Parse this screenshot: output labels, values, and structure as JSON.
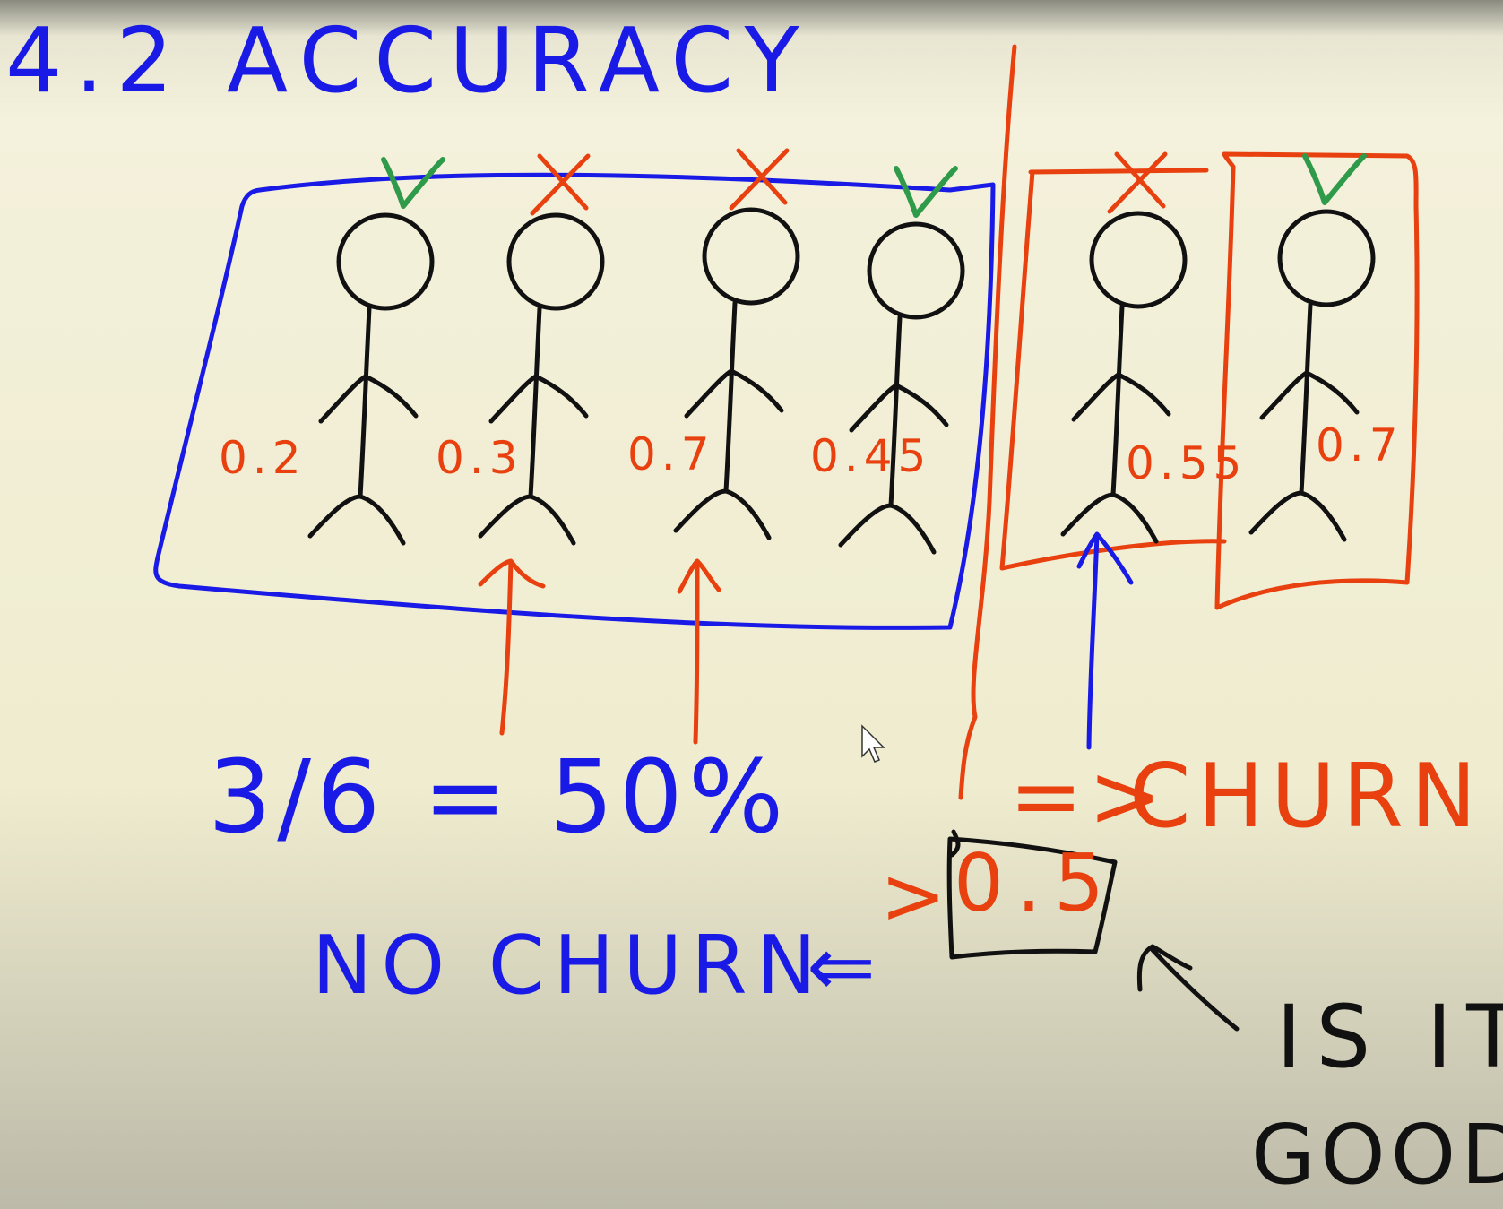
{
  "title": "4.2 ACCURACY",
  "people": [
    {
      "score": "0.2",
      "mark": "check"
    },
    {
      "score": "0.3",
      "mark": "cross"
    },
    {
      "score": "0.7",
      "mark": "cross"
    },
    {
      "score": "0.45",
      "mark": "check"
    },
    {
      "score": "0.55",
      "mark": "cross"
    },
    {
      "score": "0.7",
      "mark": "check"
    }
  ],
  "accuracy_formula": "3/6 = 50%",
  "threshold": {
    "operator": ">",
    "value": "0.5",
    "left_arrow": "⇐",
    "right_arrow": "=>"
  },
  "labels": {
    "no_churn": "NO CHURN",
    "churn": "CHURN",
    "question_line1": "IS IT",
    "question_line2": "GOOD?"
  },
  "colors": {
    "background": "#f3f0dc",
    "blue": "#1a1ae6",
    "orange": "#e8400e",
    "black": "#111111",
    "green": "#2e9a4a"
  }
}
